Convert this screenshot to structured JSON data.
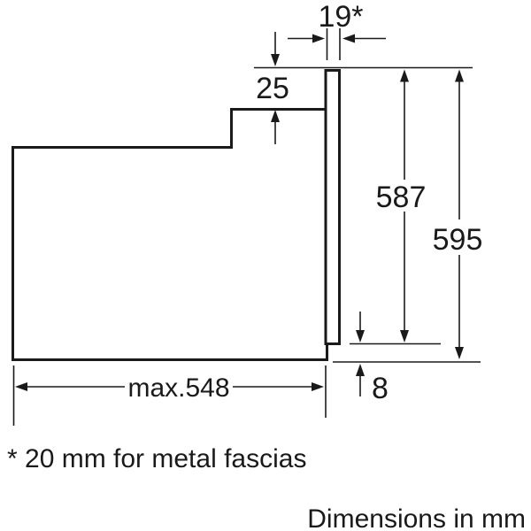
{
  "drawing": {
    "labels": {
      "fascia_depth": "19*",
      "top_recess": "25",
      "inner_height": "587",
      "overall_height": "595",
      "bottom_gap": "8",
      "max_depth": "max.548"
    },
    "footnote": "* 20 mm for metal fascias",
    "caption": "Dimensions in mm",
    "colors": {
      "line": "#1a1a1a",
      "background": "#ffffff"
    }
  }
}
